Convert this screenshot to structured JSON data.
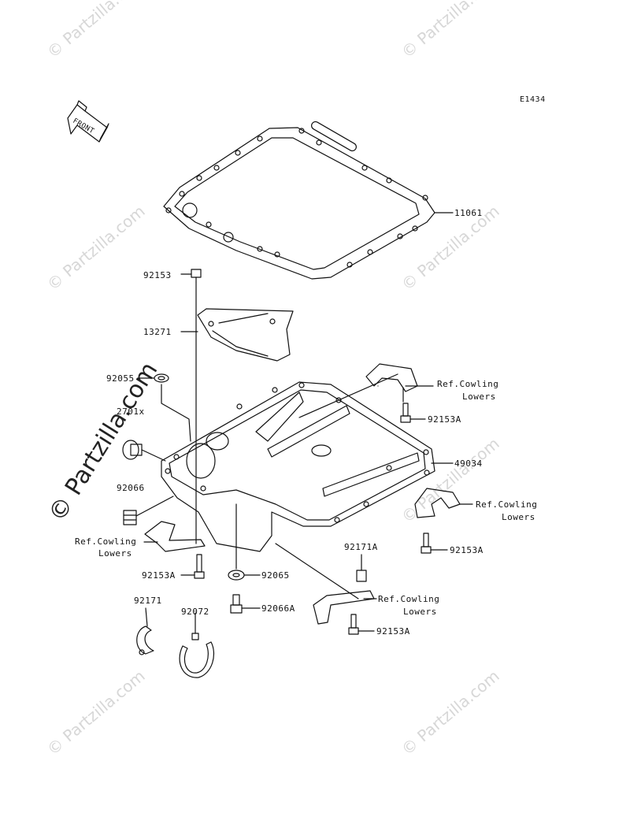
{
  "diagram_code": "E1434",
  "front_arrow_label": "FRONT",
  "watermark": "© Partzilla.com",
  "parts": {
    "p11061": "11061",
    "p92153": "92153",
    "p13271": "13271",
    "p92055": "92055",
    "p2701x": "2701x",
    "p92066": "92066",
    "p92153A_1": "92153A",
    "p92153A_2": "92153A",
    "p92153A_3": "92153A",
    "p92153A_4": "92153A",
    "p49034": "49034",
    "p92171A": "92171A",
    "p92065": "92065",
    "p92066A": "92066A",
    "p92171": "92171",
    "p92072": "92072"
  },
  "refs": {
    "r1_line1": "Ref.Cowling",
    "r1_line2": "Lowers",
    "r2_line1": "Ref.Cowling",
    "r2_line2": "Lowers",
    "r3_line1": "Ref.Cowling",
    "r3_line2": "Lowers",
    "r4_line1": "Ref.Cowling",
    "r4_line2": "Lowers"
  }
}
